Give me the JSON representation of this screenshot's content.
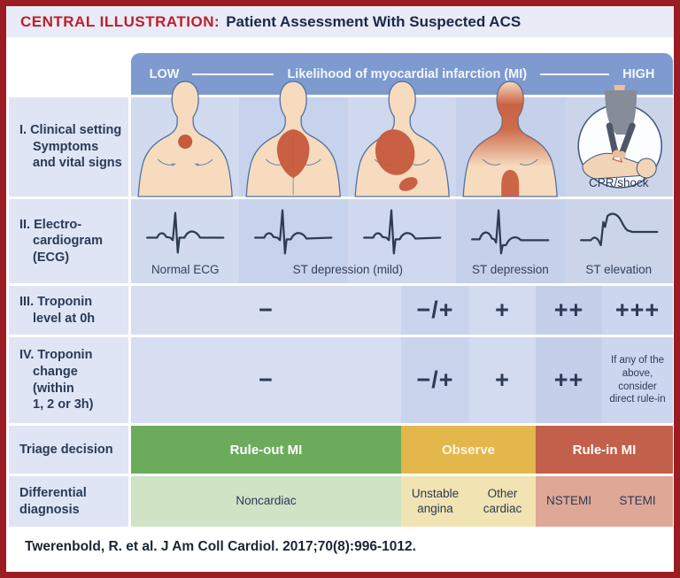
{
  "colors": {
    "frame_border": "#9c1c23",
    "title_accent_red": "#bf1e2c",
    "title_navy": "#1b2947",
    "likelihood_bar_blue": "#7e9ace",
    "triage_green": "#6cab5c",
    "triage_yellow": "#e3b74c",
    "triage_red": "#c2604b",
    "diff_light_green": "#cfe3c5",
    "diff_light_yellow": "#f1e4b2",
    "diff_light_salmon": "#dfa795",
    "pain_red": "#c65a3c"
  },
  "header": {
    "prefix": "CENTRAL ILLUSTRATION:",
    "title": "Patient Assessment With Suspected ACS"
  },
  "likelihood_bar": {
    "low": "LOW",
    "center": "Likelihood of myocardial infarction (MI)",
    "high": "HIGH"
  },
  "rows": {
    "clinical": {
      "label_lines": [
        "I. Clinical setting",
        "Symptoms",
        "and vital signs"
      ],
      "severity_icons": [
        "torso-small-pain-spot",
        "torso-central-chest-pain",
        "torso-large-left-chest-pain",
        "torso-radiating-pain",
        "cpr-shock"
      ],
      "cpr_label": "CPR/shock"
    },
    "ecg": {
      "label_lines": [
        "II. Electro-",
        "cardiogram",
        "(ECG)"
      ],
      "trace_labels": [
        "Normal ECG",
        "ST depression (mild)",
        "ST depression",
        "ST elevation"
      ]
    },
    "troponin_level": {
      "label_lines": [
        "III. Troponin",
        "level at 0h"
      ],
      "values": [
        "−",
        "−/+",
        "+",
        "++",
        "+++"
      ]
    },
    "troponin_change": {
      "label_lines": [
        "IV. Troponin",
        "change",
        "(within",
        "1, 2 or 3h)"
      ],
      "values": [
        "−",
        "−/+",
        "+",
        "++"
      ],
      "note": "If any of the above, consider direct rule-in"
    },
    "triage": {
      "label": "Triage decision",
      "decisions": [
        {
          "label": "Rule-out MI",
          "color": "#6cab5c"
        },
        {
          "label": "Observe",
          "color": "#e3b74c"
        },
        {
          "label": "Rule-in MI",
          "color": "#c2604b"
        }
      ]
    },
    "differential": {
      "label_lines": [
        "Differential",
        "diagnosis"
      ],
      "cells": [
        {
          "label": "Noncardiac",
          "color": "#cfe3c5"
        },
        {
          "label": "Unstable angina",
          "color": "#f1e4b2"
        },
        {
          "label": "Other cardiac",
          "color": "#f1e4b2"
        },
        {
          "label": "NSTEMI",
          "color": "#dfa795"
        },
        {
          "label": "STEMI",
          "color": "#dfa795"
        }
      ]
    }
  },
  "citation": "Twerenbold, R. et al. J Am Coll Cardiol. 2017;70(8):996-1012."
}
